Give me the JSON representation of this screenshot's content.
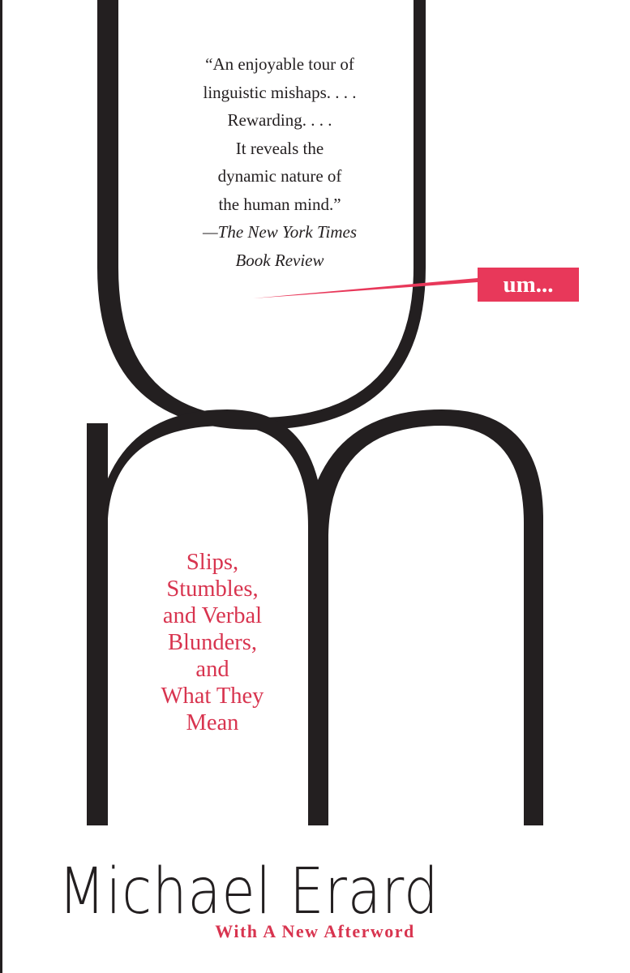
{
  "quote": {
    "lines": [
      "“An enjoyable tour of",
      "linguistic mishaps. . . .",
      "Rewarding. . . .",
      "It reveals the",
      "dynamic nature of",
      "the human mind.”"
    ],
    "attribution": [
      "—The New York Times",
      "Book Review"
    ]
  },
  "badge": {
    "label": "um..."
  },
  "subtitle": {
    "lines": [
      "Slips,",
      "Stumbles,",
      "and Verbal",
      "Blunders,",
      "and",
      "What They",
      "Mean"
    ]
  },
  "author": {
    "name": "Michael Erard"
  },
  "edition": {
    "note": "With A New Afterword"
  },
  "colors": {
    "ink": "#231f20",
    "accent": "#e8385a",
    "subtitle": "#d8344f",
    "background": "#ffffff"
  }
}
